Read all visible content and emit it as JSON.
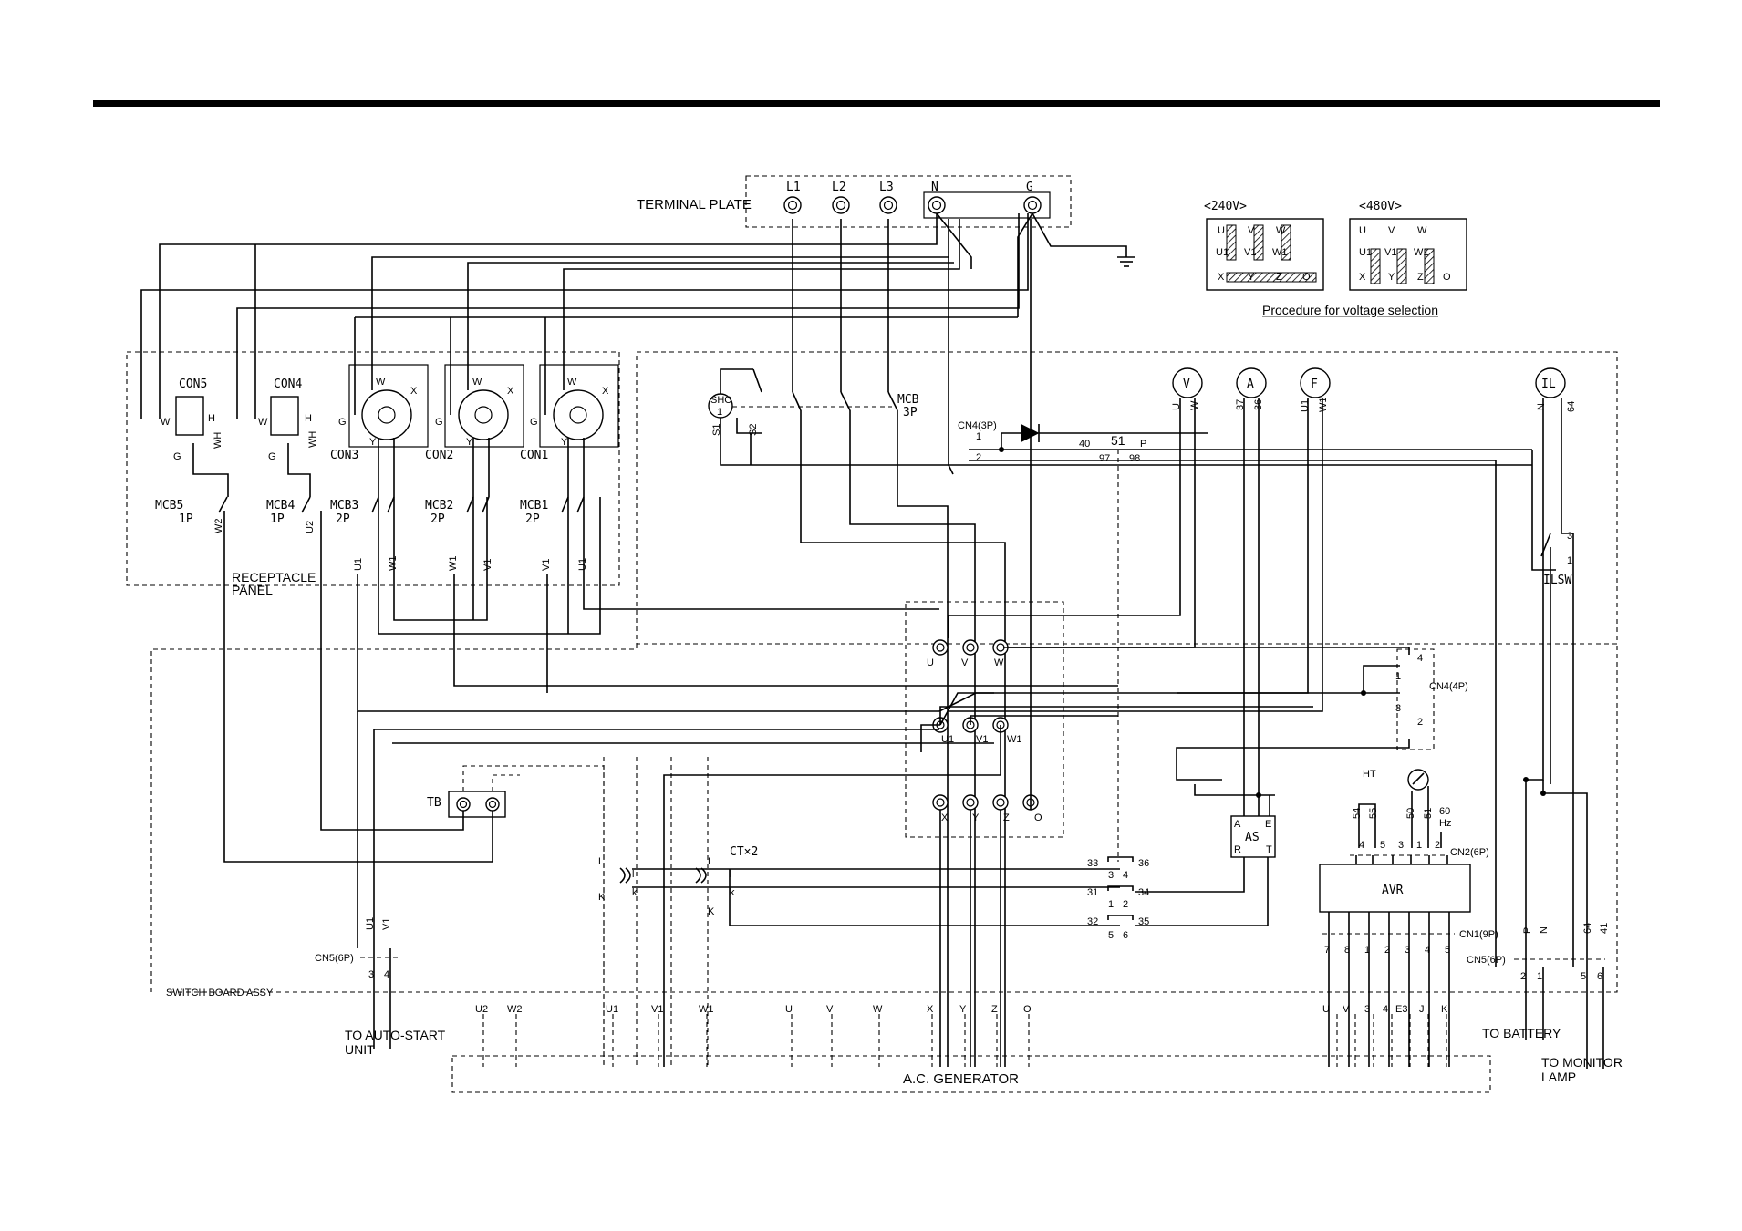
{
  "terminal_plate": {
    "title": "TERMINAL PLATE",
    "terminals": [
      "L1",
      "L2",
      "L3",
      "N",
      "G"
    ]
  },
  "voltage_selection": {
    "option_240": "<240V>",
    "option_480": "<480V>",
    "caption": "Procedure for voltage selection",
    "labels_240": [
      "U",
      "V",
      "W",
      "U1",
      "V1",
      "W1",
      "X",
      "Y",
      "Z",
      "O"
    ],
    "labels_480": [
      "U",
      "V",
      "W",
      "U1",
      "V1",
      "W1",
      "X",
      "Y",
      "Z",
      "O"
    ]
  },
  "receptacle_panel": {
    "title_line1": "RECEPTACLE",
    "title_line2": "PANEL",
    "receptacles": [
      {
        "name": "CON5",
        "pins": [
          "W",
          "H",
          "G"
        ]
      },
      {
        "name": "CON4",
        "pins": [
          "W",
          "H",
          "G"
        ]
      },
      {
        "name": "CON3",
        "pins": [
          "W",
          "X",
          "G",
          "Y"
        ]
      },
      {
        "name": "CON2",
        "pins": [
          "W",
          "X",
          "G",
          "Y"
        ]
      },
      {
        "name": "CON1",
        "pins": [
          "W",
          "X",
          "G",
          "Y"
        ]
      }
    ],
    "wire_tags": [
      "WH",
      "WH"
    ],
    "breakers": [
      {
        "name": "MCB5",
        "poles": "1P"
      },
      {
        "name": "MCB4",
        "poles": "1P"
      },
      {
        "name": "MCB3",
        "poles": "2P"
      },
      {
        "name": "MCB2",
        "poles": "2P"
      },
      {
        "name": "MCB1",
        "poles": "2P"
      }
    ],
    "breaker_wires": [
      "W2",
      "U2",
      "U1",
      "W1",
      "W1",
      "V1",
      "V1",
      "U1"
    ]
  },
  "main_breaker": {
    "name": "MCB",
    "poles": "3P",
    "shc": "SHC",
    "shc_num": "1",
    "s1": "S1",
    "s2": "S2"
  },
  "meters": [
    {
      "symbol": "V",
      "wires": [
        "U",
        "W"
      ]
    },
    {
      "symbol": "A",
      "wires": [
        "37",
        "36"
      ]
    },
    {
      "symbol": "F",
      "wires": [
        "U1",
        "W1"
      ]
    },
    {
      "symbol": "IL",
      "wires": [
        "N",
        "64"
      ]
    }
  ],
  "connectors": {
    "cn4_3p": "CN4(3P)",
    "cn4_3p_pins": [
      "1",
      "2"
    ],
    "diode_wires": [
      "40",
      "51",
      "P",
      "97",
      "98"
    ],
    "cn4_4p": "CN4(4P)",
    "cn4_4p_pins": [
      "4",
      "1",
      "3",
      "2"
    ],
    "cn2": "CN2(6P)",
    "cn2_pins": [
      "4",
      "5",
      "3",
      "1",
      "2"
    ],
    "cn1": "CN1(9P)",
    "cn1_pins": [
      "7",
      "8",
      "1",
      "2",
      "3",
      "4",
      "5"
    ],
    "cn5_left": "CN5(6P)",
    "cn5_left_pins": [
      "3",
      "4"
    ],
    "cn5_left_wires": [
      "U1",
      "V1"
    ],
    "cn5_right": "CN5(6P)",
    "cn5_right_pins": [
      "2",
      "1",
      "5",
      "6"
    ],
    "cn5_right_wires": [
      "P",
      "N",
      "64",
      "41"
    ]
  },
  "ilsw": {
    "name": "ILSW",
    "pins": [
      "3",
      "1"
    ]
  },
  "terminal_board": {
    "upper": [
      "U",
      "V",
      "W"
    ],
    "middle": [
      "U1",
      "V1",
      "W1"
    ],
    "lower": [
      "X",
      "Y",
      "Z",
      "O"
    ]
  },
  "tb": "TB",
  "ct": {
    "name": "CT×2",
    "labels": [
      "L",
      "l",
      "K",
      "k",
      "L",
      "l",
      "K",
      "k"
    ]
  },
  "as_switch": {
    "name": "AS",
    "pins": [
      "A",
      "E",
      "R",
      "T"
    ],
    "contacts": [
      {
        "left": "33",
        "right": "36",
        "a": "3",
        "b": "4"
      },
      {
        "left": "31",
        "right": "34",
        "a": "1",
        "b": "2"
      },
      {
        "left": "32",
        "right": "35",
        "a": "5",
        "b": "6"
      }
    ]
  },
  "avr": {
    "name": "AVR",
    "ht": "HT",
    "top_wires": [
      "54",
      "55",
      "50",
      "51"
    ],
    "freq_line1": "60",
    "freq_line2": "Hz"
  },
  "switch_board": "SWITCH BOARD ASSY",
  "generator": {
    "title": "A.C. GENERATOR",
    "leads": [
      "U2",
      "W2",
      "U1",
      "V1",
      "W1",
      "U",
      "V",
      "W",
      "X",
      "Y",
      "Z",
      "O",
      "U",
      "V",
      "3",
      "4",
      "E3",
      "J",
      "K"
    ]
  },
  "destinations": {
    "auto_start_line1": "TO AUTO-START",
    "auto_start_line2": "UNIT",
    "battery": "TO BATTERY",
    "monitor_line1": "TO MONITOR",
    "monitor_line2": "LAMP"
  }
}
